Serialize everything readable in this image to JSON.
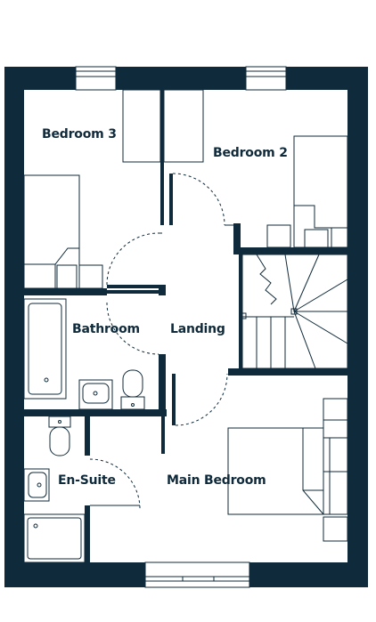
{
  "colors": {
    "wall": "#0f2a3a",
    "line": "#0f2a3a",
    "background": "#ffffff"
  },
  "rooms": {
    "bedroom3": "Bedroom 3",
    "bedroom2": "Bedroom 2",
    "bathroom": "Bathroom",
    "landing": "Landing",
    "ensuite": "En-Suite",
    "main_bedroom": "Main Bedroom"
  }
}
